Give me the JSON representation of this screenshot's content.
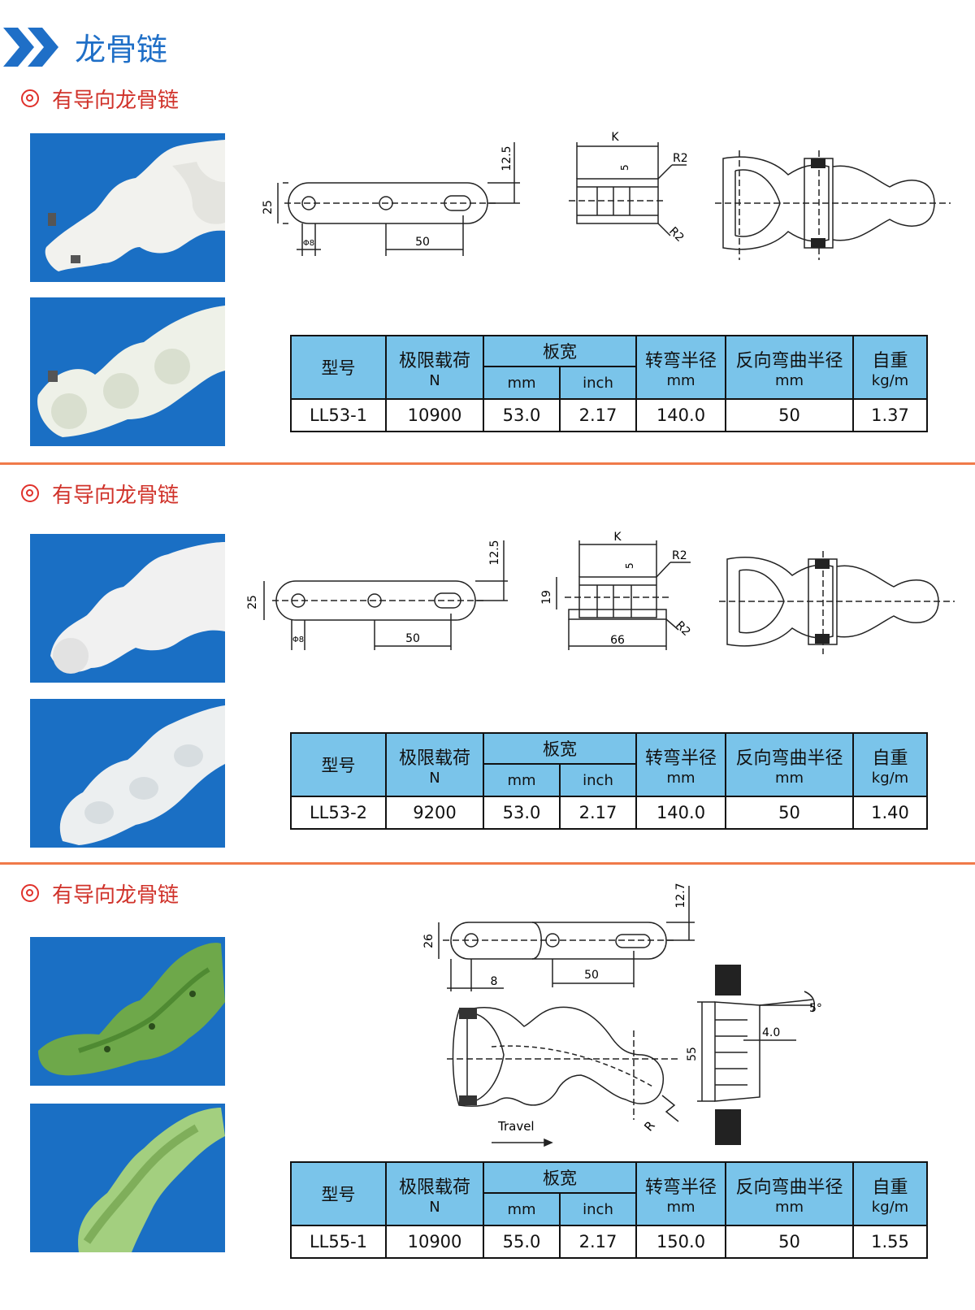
{
  "page_title": "龙骨链",
  "sections": [
    {
      "title": "有导向龙骨链",
      "table": {
        "headers": {
          "model": "型号",
          "load": "极限载荷",
          "load_unit": "N",
          "width": "板宽",
          "width_mm": "mm",
          "width_inch": "inch",
          "radius": "转弯半径",
          "radius_unit": "mm",
          "back_radius": "反向弯曲半径",
          "back_radius_unit": "mm",
          "weight": "自重",
          "weight_unit": "kg/m"
        },
        "row": {
          "model": "LL53-1",
          "load": "10900",
          "mm": "53.0",
          "inch": "2.17",
          "radius": "140.0",
          "back_radius": "50",
          "weight": "1.37"
        }
      },
      "drawing_labels": {
        "d1": "12.5",
        "d2": "25",
        "d3": "Φ8",
        "d4": "50",
        "k": "K",
        "r1": "R2",
        "r2": "R2",
        "five": "5"
      }
    },
    {
      "title": "有导向龙骨链",
      "table": {
        "headers": {
          "model": "型号",
          "load": "极限载荷",
          "load_unit": "N",
          "width": "板宽",
          "width_mm": "mm",
          "width_inch": "inch",
          "radius": "转弯半径",
          "radius_unit": "mm",
          "back_radius": "反向弯曲半径",
          "back_radius_unit": "mm",
          "weight": "自重",
          "weight_unit": "kg/m"
        },
        "row": {
          "model": "LL53-2",
          "load": "9200",
          "mm": "53.0",
          "inch": "2.17",
          "radius": "140.0",
          "back_radius": "50",
          "weight": "1.40"
        }
      },
      "drawing_labels": {
        "d1": "12.5",
        "d2": "25",
        "d3": "Φ8",
        "d4": "50",
        "k": "K",
        "r1": "R2",
        "r2": "R2",
        "five": "5",
        "h19": "19",
        "w66": "66"
      }
    },
    {
      "title": "有导向龙骨链",
      "table": {
        "headers": {
          "model": "型号",
          "load": "极限载荷",
          "load_unit": "N",
          "width": "板宽",
          "width_mm": "mm",
          "width_inch": "inch",
          "radius": "转弯半径",
          "radius_unit": "mm",
          "back_radius": "反向弯曲半径",
          "back_radius_unit": "mm",
          "weight": "自重",
          "weight_unit": "kg/m"
        },
        "row": {
          "model": "LL55-1",
          "load": "10900",
          "mm": "55.0",
          "inch": "2.17",
          "radius": "150.0",
          "back_radius": "50",
          "weight": "1.55"
        }
      },
      "drawing_labels": {
        "d1": "12.7",
        "d2": "26",
        "d3": "8",
        "d4": "50",
        "d5": "55",
        "d6": "4.0",
        "angle": "5°",
        "travel": "Travel",
        "r": "R"
      }
    }
  ],
  "colors": {
    "accent": "#1f6fc7",
    "section_title": "#d0322a",
    "header_bg": "#7ac4ea",
    "divider": "#f07a4a",
    "photo_bg": "#1a6fc4"
  },
  "icons": [
    "double-chevron-icon",
    "bullseye-icon"
  ]
}
